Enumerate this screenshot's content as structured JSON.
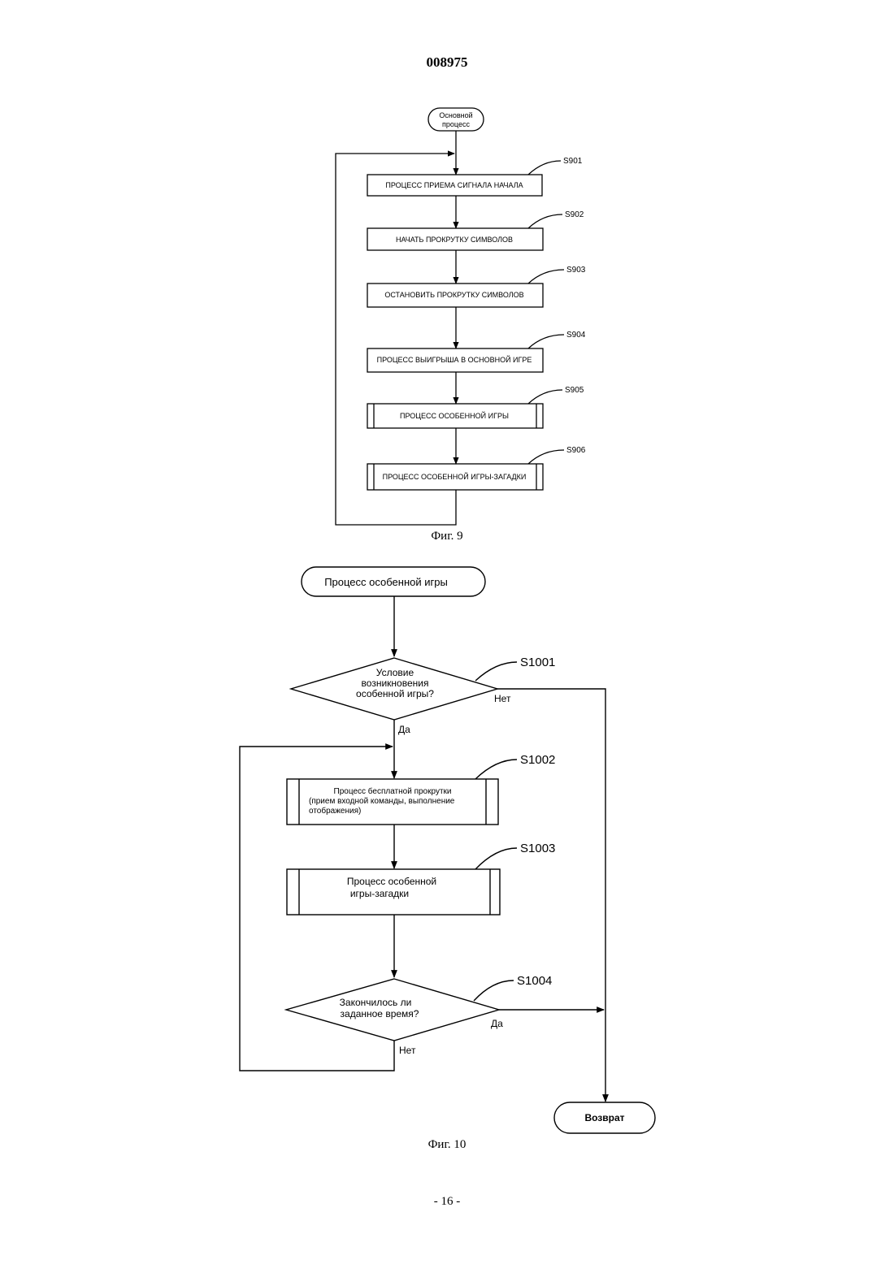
{
  "header": {
    "doc_number": "008975"
  },
  "fig9": {
    "start": {
      "line1": "Основной",
      "line2": "процесс"
    },
    "steps": [
      {
        "id": "S901",
        "label": "ПРОЦЕСС ПРИЕМА СИГНАЛА НАЧАЛА"
      },
      {
        "id": "S902",
        "label": "НАЧАТЬ ПРОКРУТКУ СИМВОЛОВ"
      },
      {
        "id": "S903",
        "label": "ОСТАНОВИТЬ ПРОКРУТКУ СИМВОЛОВ"
      },
      {
        "id": "S904",
        "label": "ПРОЦЕСС ВЫИГРЫША В ОСНОВНОЙ ИГРЕ"
      },
      {
        "id": "S905",
        "label": "ПРОЦЕСС ОСОБЕННОЙ ИГРЫ"
      },
      {
        "id": "S906",
        "label": "ПРОЦЕСС ОСОБЕННОЙ ИГРЫ-ЗАГАДКИ"
      }
    ],
    "caption": "Фиг. 9"
  },
  "fig10": {
    "start": "Процесс особенной игры",
    "d1": {
      "id": "S1001",
      "line1": "Условие",
      "line2": "возникновения",
      "line3": "особенной игры?",
      "no": "Нет",
      "yes": "Да"
    },
    "p2": {
      "id": "S1002",
      "line1": "Процесс бесплатной прокрутки",
      "line2": "(прием входной команды, выполнение",
      "line3": "отображения)"
    },
    "p3": {
      "id": "S1003",
      "line1": "Процесс особенной",
      "line2": "игры-загадки"
    },
    "d4": {
      "id": "S1004",
      "line1": "Закончилось ли",
      "line2": "заданное время?",
      "yes": "Да",
      "no": "Нет"
    },
    "end": "Возврат",
    "caption": "Фиг. 10"
  },
  "footer": {
    "page": "- 16 -"
  }
}
